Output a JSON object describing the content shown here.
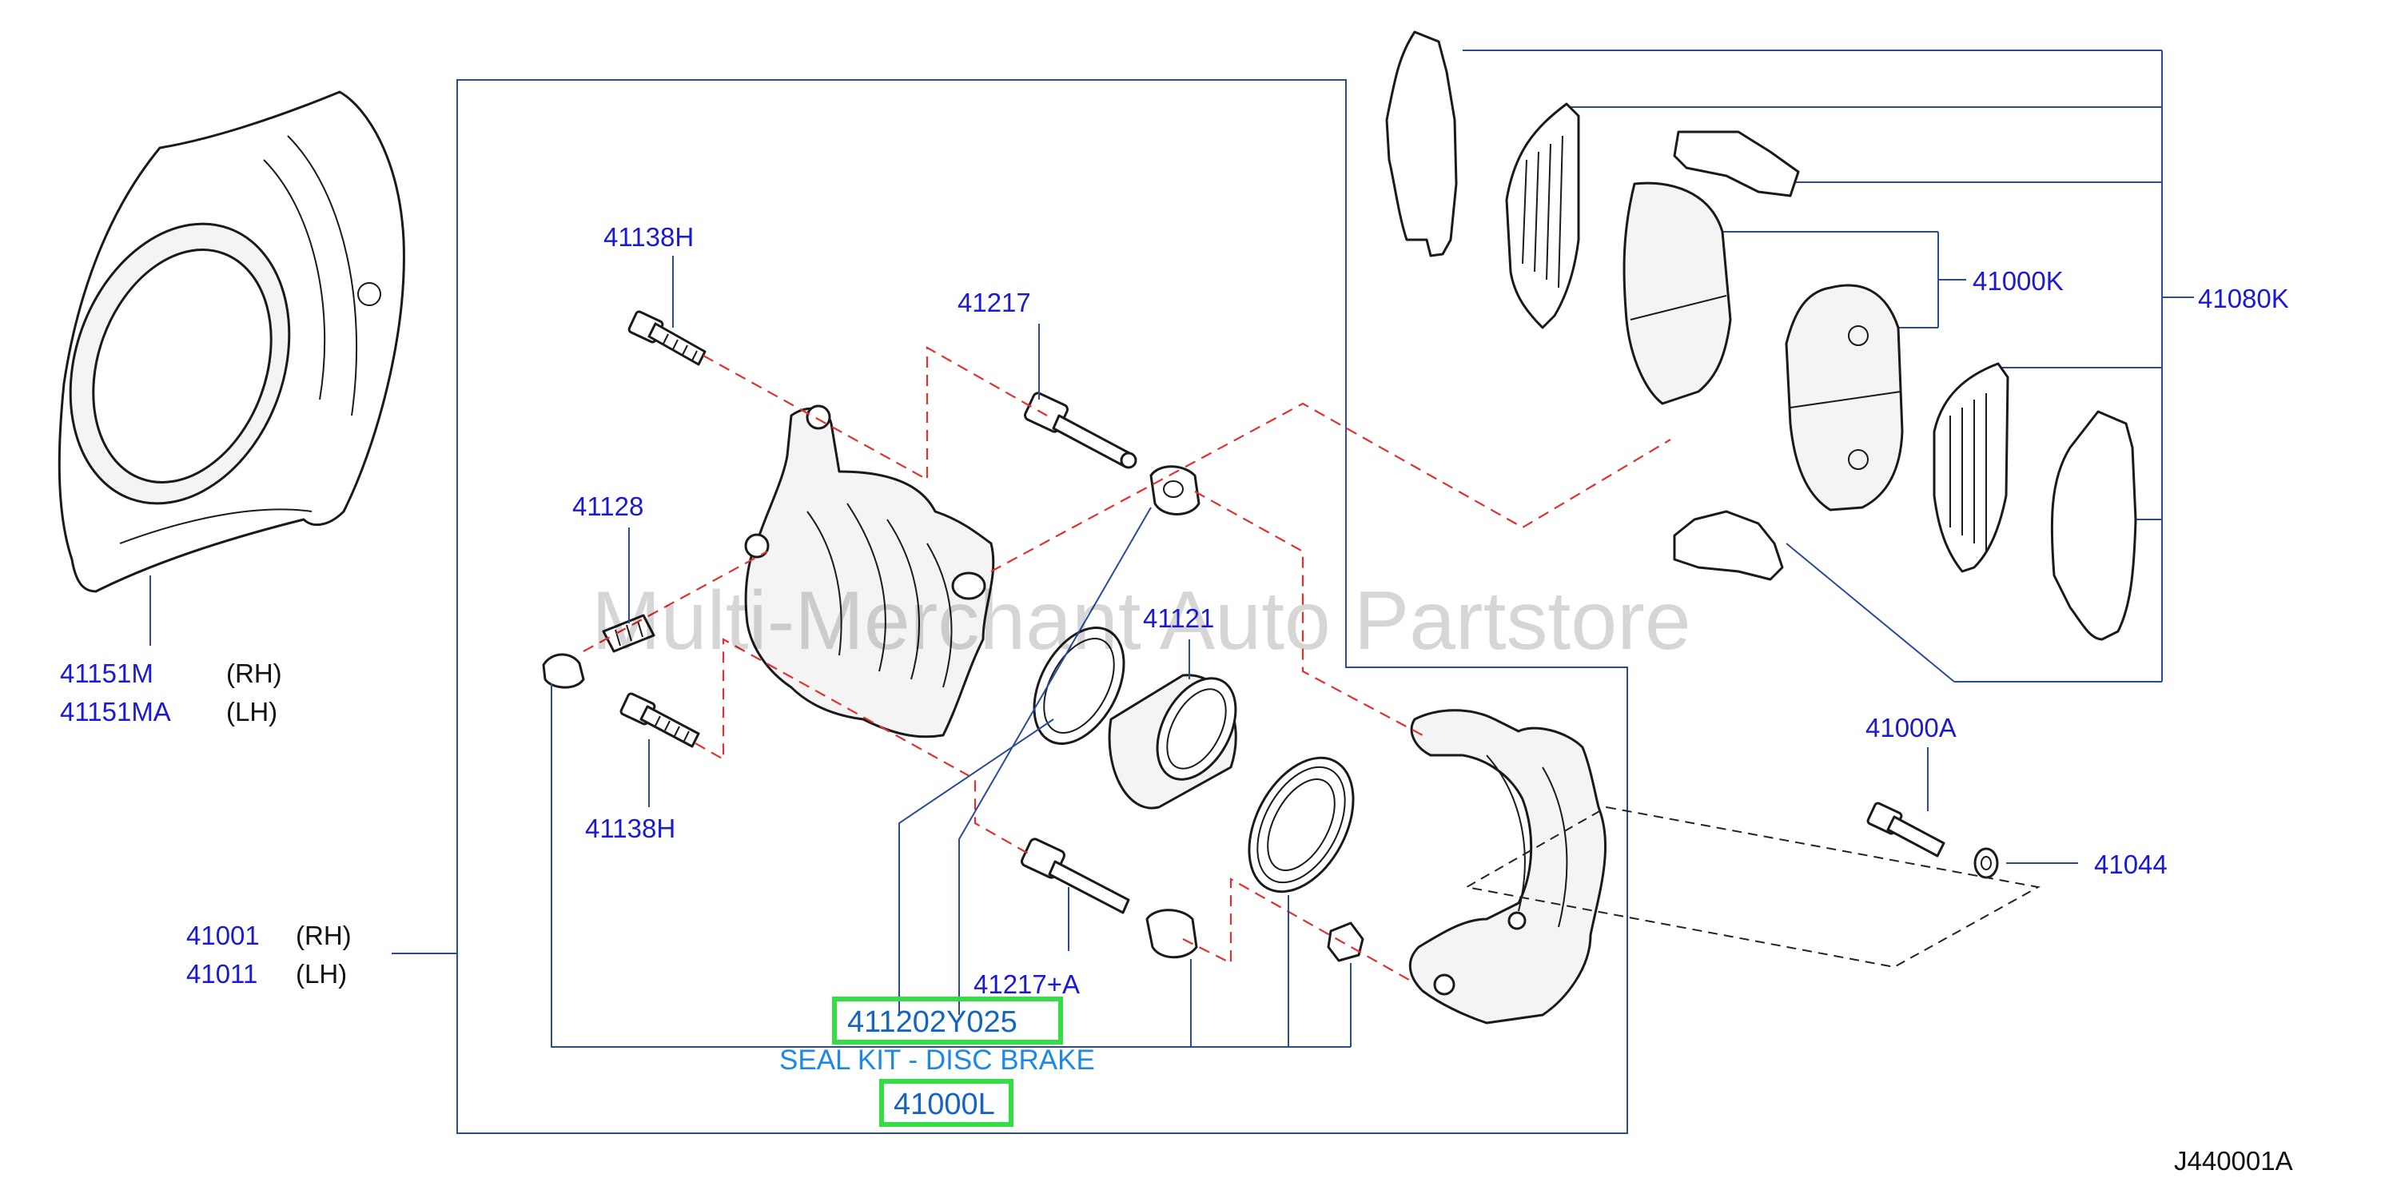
{
  "labels": {
    "p41151m": "41151M",
    "p41151ma": "41151MA",
    "rh": "(RH)",
    "lh": "(LH)",
    "p41138h_top": "41138H",
    "p41217": "41217",
    "p41128": "41128",
    "p41121": "41121",
    "p41138h_bottom": "41138H",
    "p41217a": "41217+A",
    "p41001": "41001",
    "p41011": "41011",
    "p41000k": "41000K",
    "p41080k": "41080K",
    "p41000a": "41000A",
    "p41044": "41044"
  },
  "highlighted": {
    "seal_kit_part": "411202Y025",
    "seal_kit_name": "SEAL KIT - DISC BRAKE",
    "part_41000l": "41000L"
  },
  "watermark": "Multi-Merchant Auto Partstore",
  "diagram_code": "J440001A",
  "colors": {
    "label": "#1a1ad0",
    "highlight": "#33dd44",
    "leader": "#2a4a9a",
    "dashed_red": "#e03030"
  }
}
